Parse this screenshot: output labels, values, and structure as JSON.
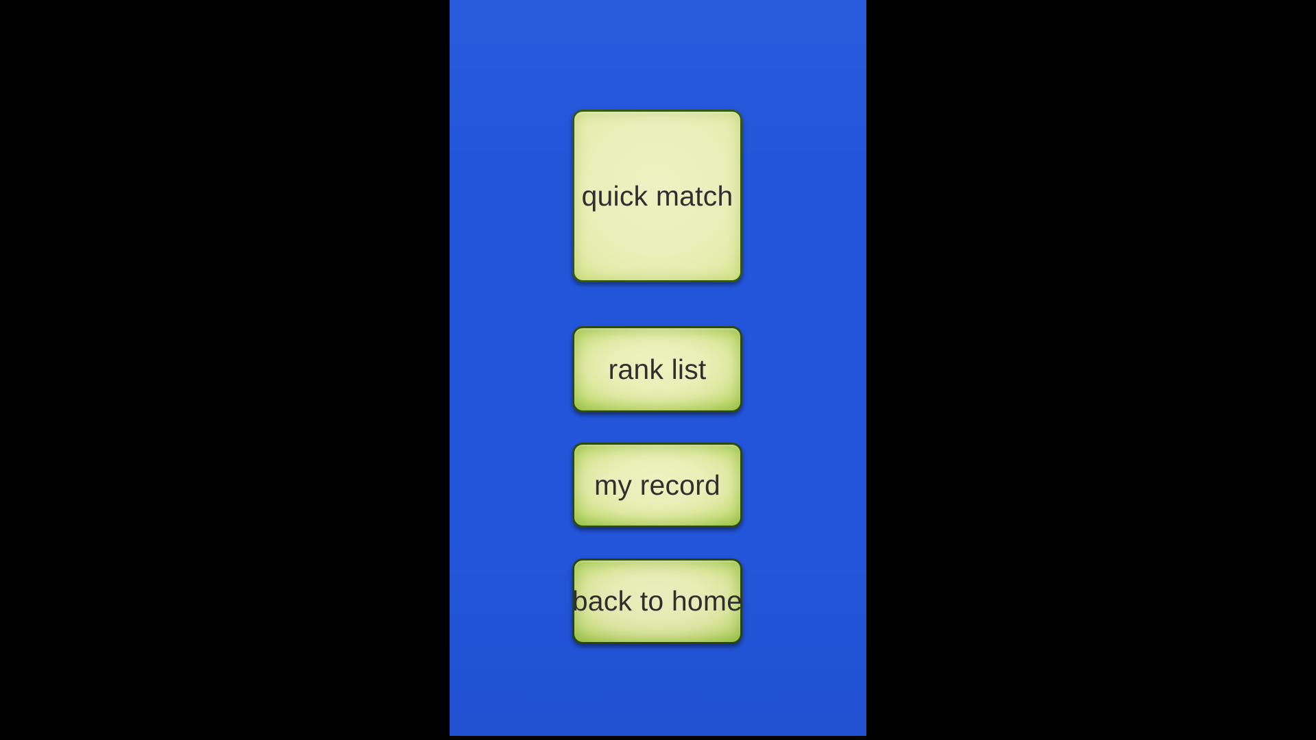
{
  "screen": {
    "background_color": "#000000",
    "panel_color": "#2355db",
    "panel_label": "game-menu-screen"
  },
  "menu": {
    "buttons": [
      {
        "id": "quick-match",
        "label": "quick match",
        "text_color": "#2f2f2f",
        "fill_light": "#eaeeba",
        "fill_edge": "#b2d35e",
        "border_color": "#35560e"
      },
      {
        "id": "rank-list",
        "label": "rank list",
        "text_color": "#2f2f2f",
        "fill_light": "#eaeeb7",
        "fill_edge": "#9cc84c",
        "border_color": "#2d4a0c"
      },
      {
        "id": "my-record",
        "label": "my record",
        "text_color": "#2f2f2f",
        "fill_light": "#eaeeb7",
        "fill_edge": "#9cc84c",
        "border_color": "#2d4a0c"
      },
      {
        "id": "back-to-home",
        "label": "back to home",
        "text_color": "#2f2f2f",
        "fill_light": "#eaeeb7",
        "fill_edge": "#9cc84c",
        "border_color": "#2a4609"
      }
    ]
  }
}
